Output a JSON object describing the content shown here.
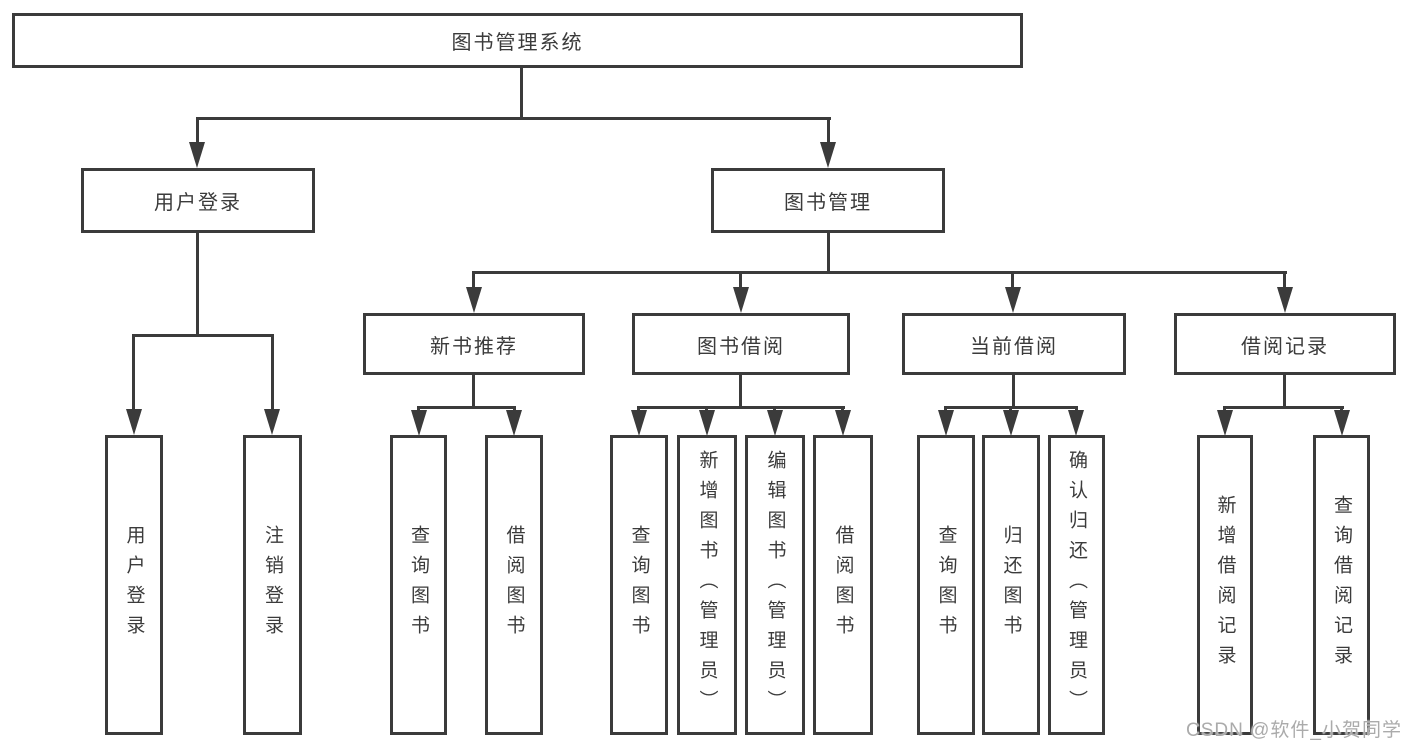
{
  "diagram_title": "图书管理系统",
  "colors": {
    "line": "#3b3b3b",
    "text": "#3b3b3b",
    "background": "#ffffff",
    "watermark": "#ababab"
  },
  "nodes": {
    "root": {
      "label": "图书管理系统"
    },
    "level2": [
      {
        "label": "用户登录"
      },
      {
        "label": "图书管理"
      }
    ],
    "level3": [
      {
        "label": "新书推荐"
      },
      {
        "label": "图书借阅"
      },
      {
        "label": "当前借阅"
      },
      {
        "label": "借阅记录"
      }
    ],
    "leaves": {
      "user_login": [
        {
          "label": "用户登录"
        },
        {
          "label": "注销登录"
        }
      ],
      "new_book_recommend": [
        {
          "label": "查询图书"
        },
        {
          "label": "借阅图书"
        }
      ],
      "book_borrow": [
        {
          "label": "查询图书"
        },
        {
          "label": "新增图书（管理员）"
        },
        {
          "label": "编辑图书（管理员）"
        },
        {
          "label": "借阅图书"
        }
      ],
      "current_borrow": [
        {
          "label": "查询图书"
        },
        {
          "label": "归还图书"
        },
        {
          "label": "确认归还（管理员）"
        }
      ],
      "borrow_record": [
        {
          "label": "新增借阅记录"
        },
        {
          "label": "查询借阅记录"
        }
      ]
    }
  },
  "watermark": {
    "text": "CSDN @软件_小贺同学"
  }
}
